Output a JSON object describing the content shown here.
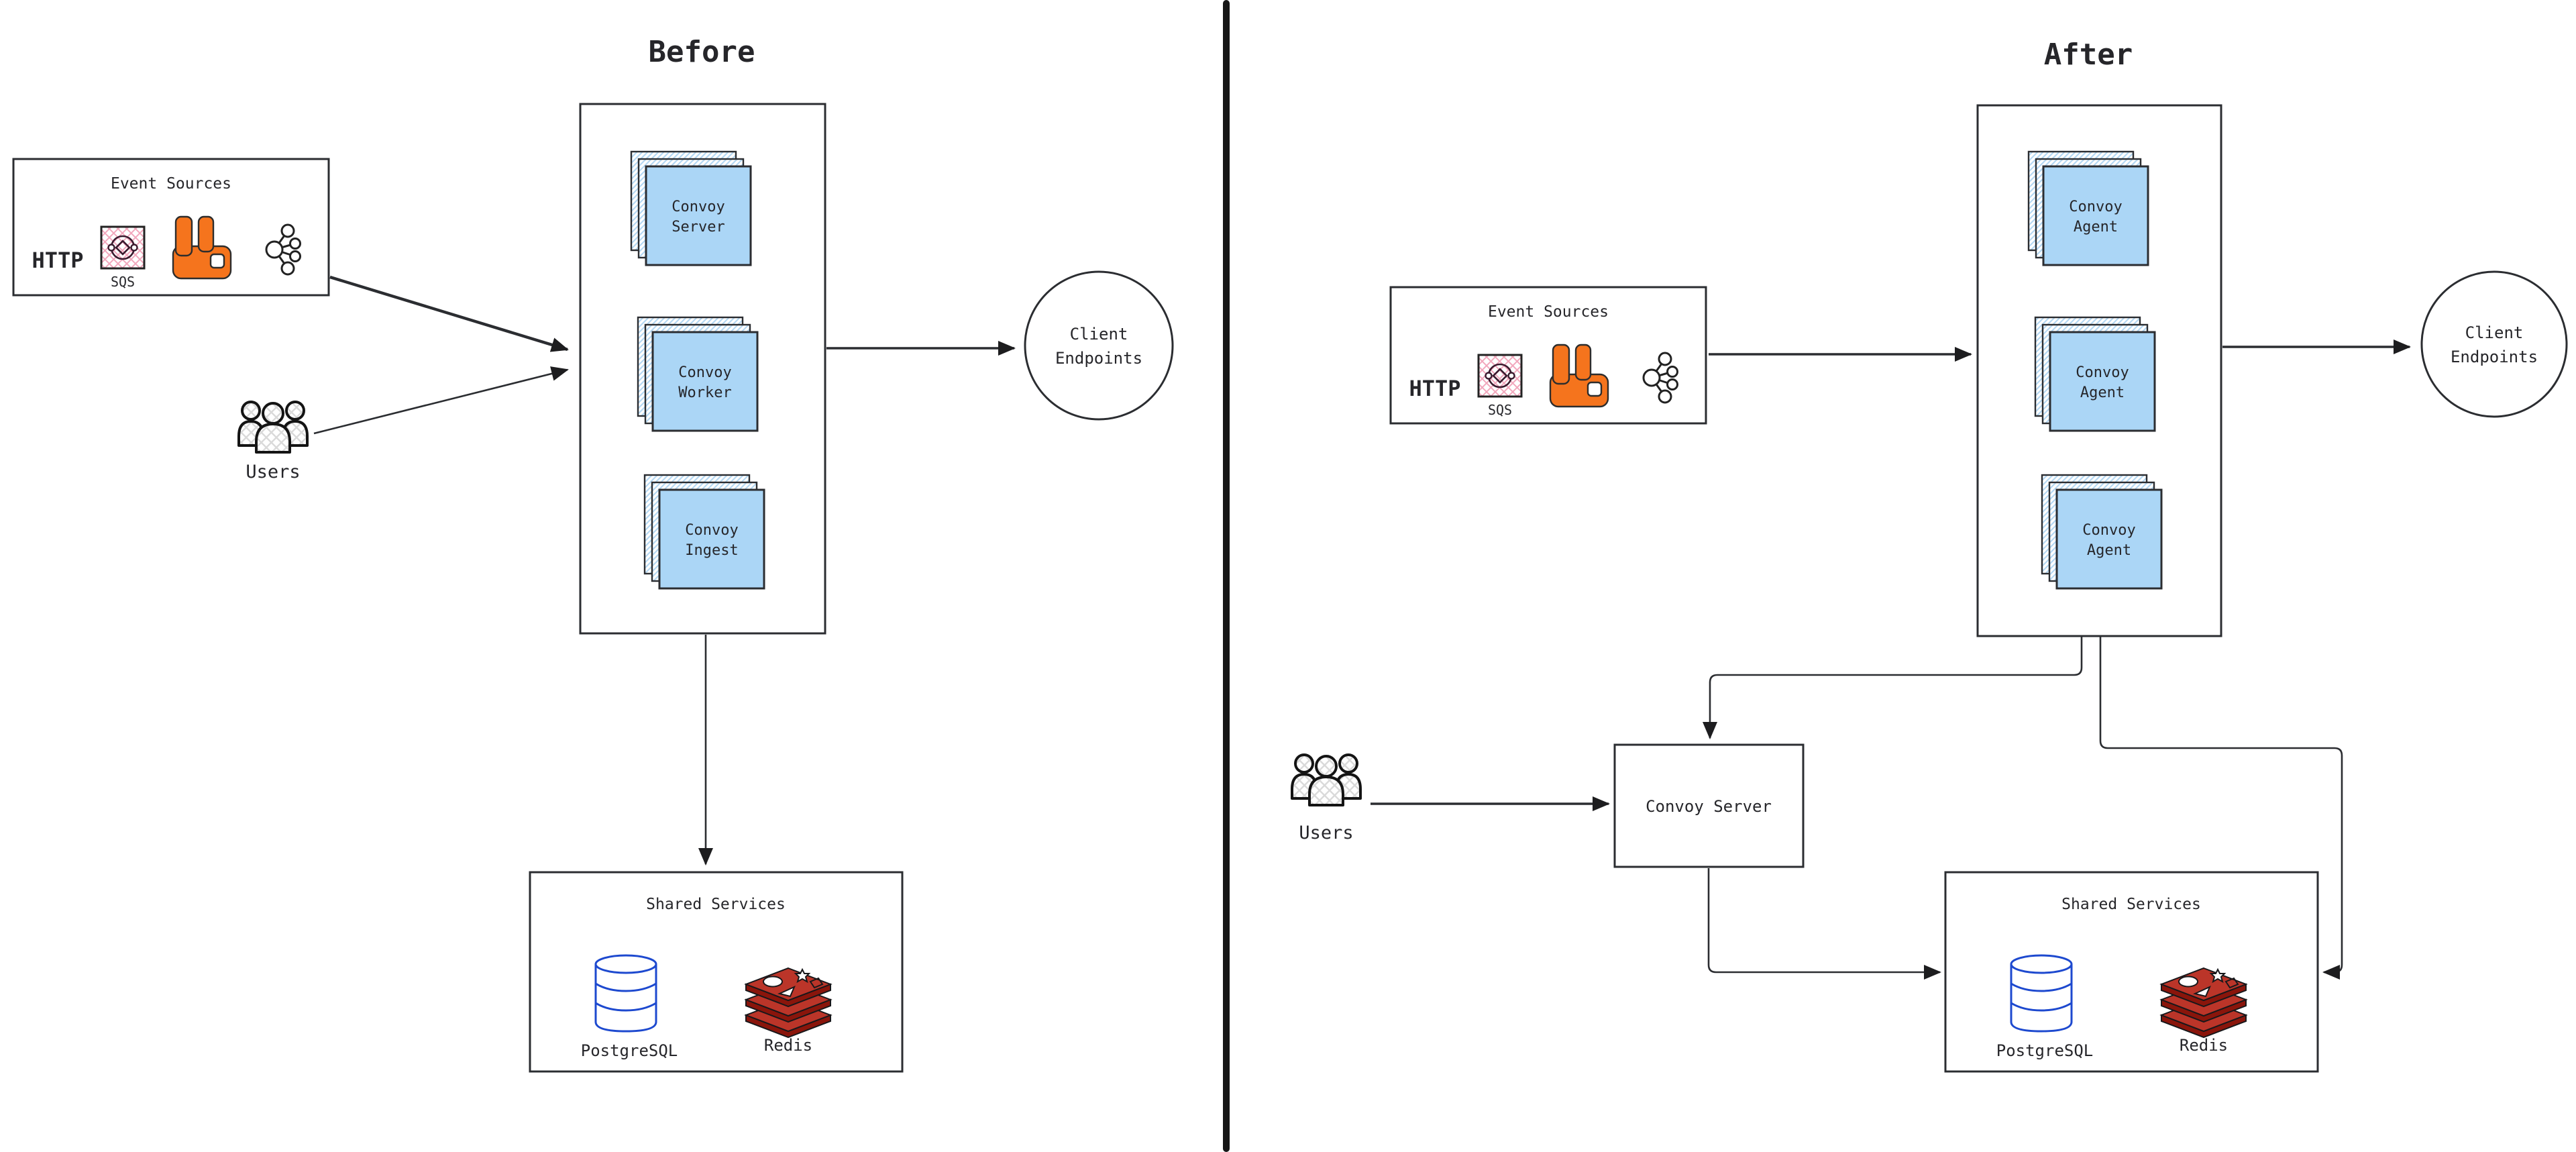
{
  "colors": {
    "ink": "#2b2d31",
    "divider": "#161616",
    "card_blue": "#abd6f6",
    "hatch_blue": "#b5d8f3",
    "rabbit_orange": "#f5741d",
    "sqs_pink": "#f2a8bd",
    "postgres_blue": "#2e86e4",
    "postgres_outline": "#1d49cf",
    "redis_red": "#bb3529",
    "redis_dark": "#8a150b"
  },
  "icons": {
    "sqs": "sqs-queue-icon",
    "rabbitmq": "rabbitmq-icon",
    "kafka": "kafka-icon",
    "users": "users-icon",
    "postgresql": "postgres-db-icon",
    "redis": "redis-icon"
  },
  "before": {
    "title": "Before",
    "event_sources": {
      "title": "Event Sources",
      "http_label": "HTTP",
      "sqs_label": "SQS"
    },
    "stacks": [
      {
        "line1": "Convoy",
        "line2": "Server"
      },
      {
        "line1": "Convoy",
        "line2": "Worker"
      },
      {
        "line1": "Convoy",
        "line2": "Ingest"
      }
    ],
    "users_label": "Users",
    "client_endpoints": {
      "line1": "Client",
      "line2": "Endpoints"
    },
    "shared_services": {
      "title": "Shared Services",
      "postgres_label": "PostgreSQL",
      "redis_label": "Redis"
    }
  },
  "after": {
    "title": "After",
    "event_sources": {
      "title": "Event Sources",
      "http_label": "HTTP",
      "sqs_label": "SQS"
    },
    "stacks": [
      {
        "line1": "Convoy",
        "line2": "Agent"
      },
      {
        "line1": "Convoy",
        "line2": "Agent"
      },
      {
        "line1": "Convoy",
        "line2": "Agent"
      }
    ],
    "users_label": "Users",
    "convoy_server_label": "Convoy Server",
    "client_endpoints": {
      "line1": "Client",
      "line2": "Endpoints"
    },
    "shared_services": {
      "title": "Shared Services",
      "postgres_label": "PostgreSQL",
      "redis_label": "Redis"
    }
  }
}
